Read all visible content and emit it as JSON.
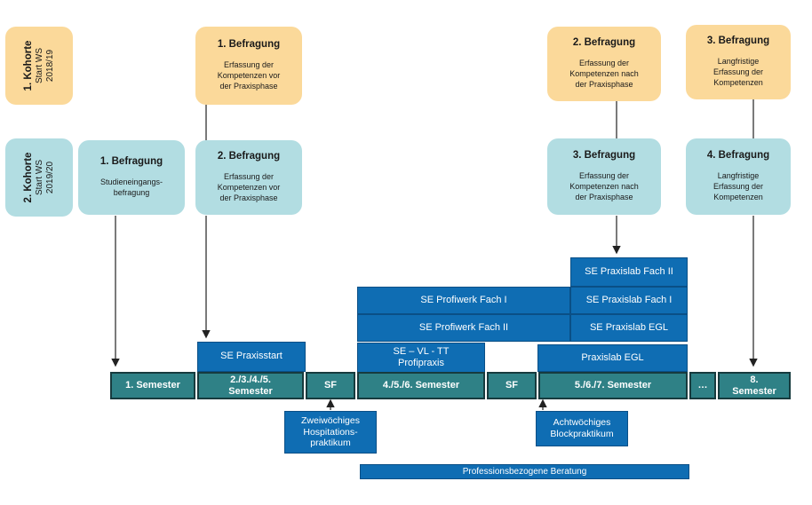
{
  "cohorts": [
    {
      "title": "1. Kohorte",
      "sub1": "Start WS",
      "sub2": "2018/19",
      "color": "#fbd99a"
    },
    {
      "title": "2. Kohorte",
      "sub1": "Start WS",
      "sub2": "2019/20",
      "color": "#b2dde2"
    }
  ],
  "surveys": {
    "k1_s1": {
      "title": "1.  Befragung",
      "desc": [
        "Erfassung der",
        "Kompetenzen vor",
        "der Praxisphase"
      ]
    },
    "k1_s2": {
      "title": "2. Befragung",
      "desc": [
        "Erfassung der",
        "Kompetenzen nach",
        "der Praxisphase"
      ]
    },
    "k1_s3": {
      "title": "3. Befragung",
      "desc": [
        "Langfristige",
        "Erfassung der",
        "Kompetenzen"
      ]
    },
    "k2_s1": {
      "title": "1.  Befragung",
      "desc": [
        "Studieneingangs-",
        "befragung"
      ]
    },
    "k2_s2": {
      "title": "2.  Befragung",
      "desc": [
        "Erfassung der",
        "Kompetenzen vor",
        "der Praxisphase"
      ]
    },
    "k2_s3": {
      "title": "3. Befragung",
      "desc": [
        "Erfassung der",
        "Kompetenzen nach",
        "der Praxisphase"
      ]
    },
    "k2_s4": {
      "title": "4. Befragung",
      "desc": [
        "Langfristige",
        "Erfassung der",
        "Kompetenzen"
      ]
    }
  },
  "modules": {
    "praxisstart": "SE Praxisstart",
    "profiwerk1": "SE Profiwerk Fach I",
    "profiwerk2": "SE Profiwerk Fach II",
    "profipraxis_l1": "SE – VL - TT",
    "profipraxis_l2": "Profipraxis",
    "praxislab2": "SE Praxislab Fach II",
    "praxislab1": "SE Praxislab Fach I",
    "praxislabegl": "SE Praxislab EGL",
    "praxislab_egl": "Praxislab EGL"
  },
  "semesters": {
    "s1": "1. Semester",
    "s2_l1": "2./3./4./5.",
    "s2_l2": "Semester",
    "sf1": "SF",
    "s3": "4./5./6. Semester",
    "sf2": "SF",
    "s4": "5./6./7. Semester",
    "dots": "…",
    "s8_l1": "8.",
    "s8_l2": "Semester"
  },
  "internships": {
    "hosp": [
      "Zweiwöchiges",
      "Hospitations-",
      "praktikum"
    ],
    "block": [
      "Achtwöchiges",
      "Blockpraktikum"
    ]
  },
  "counseling": "Professionsbezogene Beratung",
  "colors": {
    "cohort1": "#fbd99a",
    "cohort2": "#b2dde2",
    "module_blue": "#0f6db3",
    "semester_teal": "#2f8186"
  }
}
